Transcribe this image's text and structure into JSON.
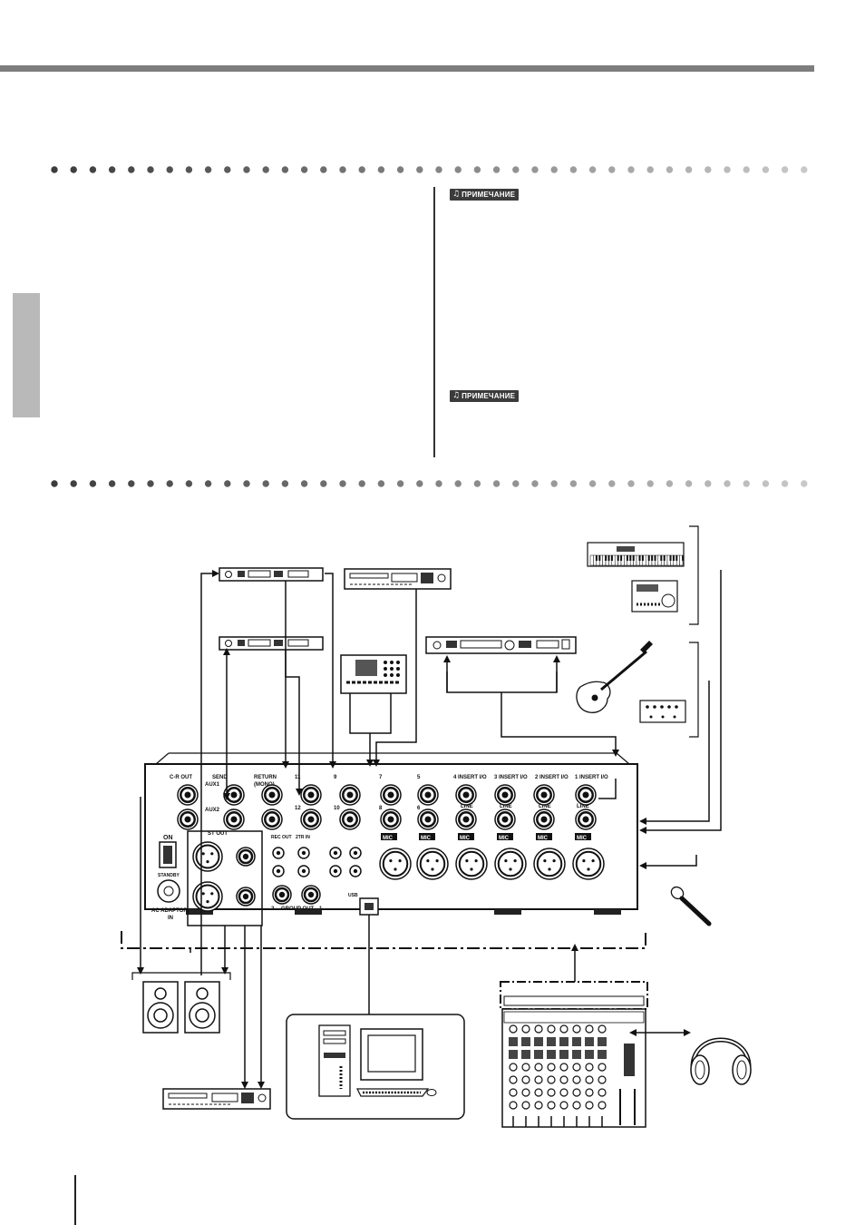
{
  "notes": {
    "first_label": "ПРИМЕЧАНИЕ",
    "second_label": "ПРИМЕЧАНИЕ"
  },
  "panel": {
    "cr_out": "C-R OUT",
    "send": "SEND",
    "aux1": "AUX1",
    "aux2": "AUX2",
    "return": "RETURN",
    "mono": "(MONO)",
    "ch11": "11",
    "ch12": "12",
    "ch9": "9",
    "ch10": "10",
    "ch7": "7",
    "ch8": "8",
    "ch5": "5",
    "ch6": "6",
    "ch4_insert": "4  INSERT I/O",
    "ch3_insert": "3  INSERT I/O",
    "ch2_insert": "2  INSERT I/O",
    "ch1_insert": "1  INSERT I/O",
    "line": "LINE",
    "mic": "MIC",
    "on": "ON",
    "standby": "STANDBY",
    "ac_adaptor": "AC ADAPTOR",
    "ac_in": "IN",
    "st_out": "ST OUT",
    "rec_out": "REC OUT",
    "stk_in": "2TR IN",
    "group_out": "GROUP  OUT",
    "group_2": "2",
    "group_1": "1",
    "usb": "USB"
  }
}
